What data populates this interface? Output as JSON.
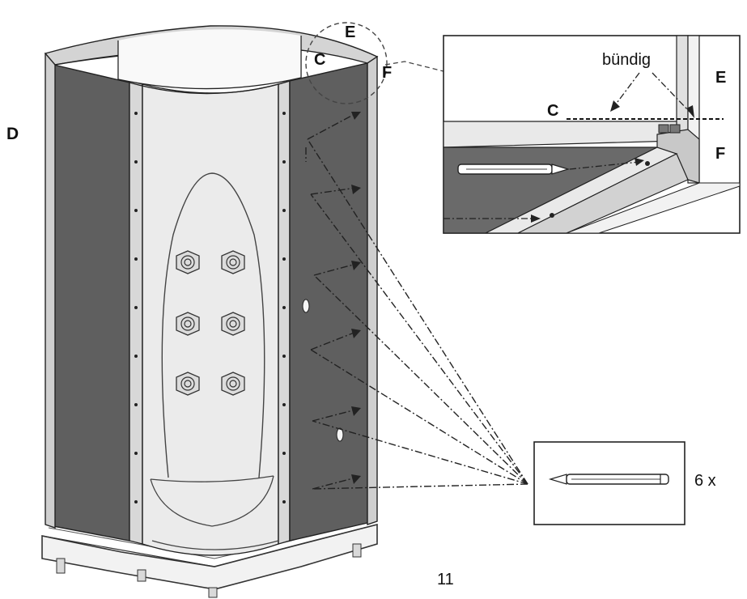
{
  "labels": {
    "D": "D",
    "E_main": "E",
    "C_main": "C",
    "F_main": "F",
    "C_detail": "C",
    "E_detail": "E",
    "F_detail": "F",
    "flush": "bündig",
    "count": "6 x",
    "page_number": "11"
  },
  "colors": {
    "panel_dark": "#5f5f5f",
    "panel_light": "#ebebeb",
    "frame": "#b9b9b9",
    "line": "#222222"
  }
}
